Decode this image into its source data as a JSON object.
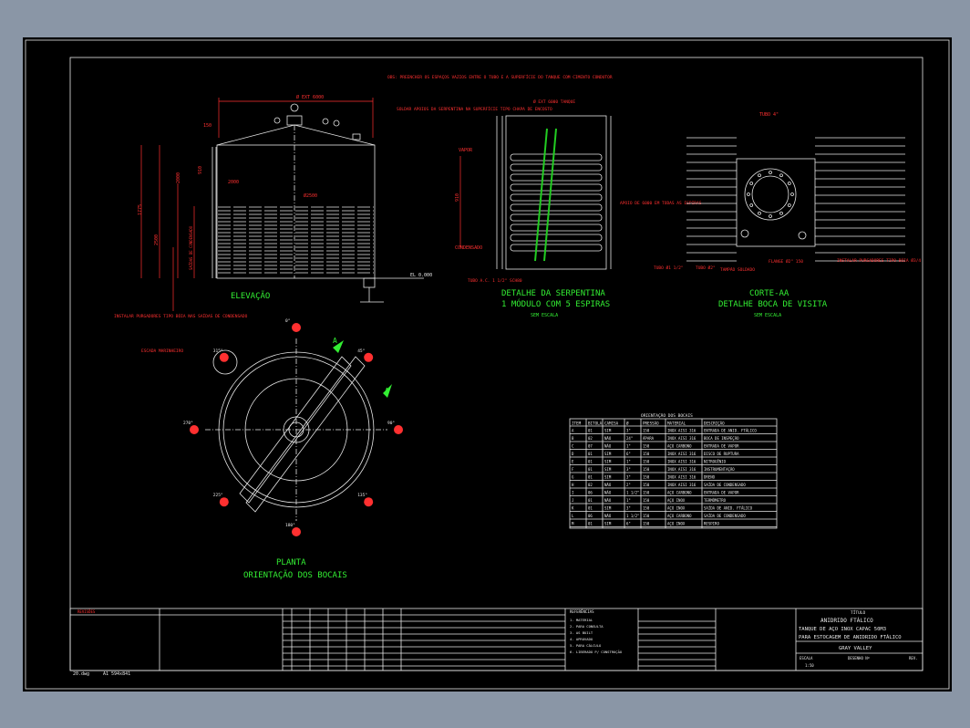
{
  "elevacao": {
    "title": "ELEVAÇÃO",
    "top_dim": "Ø EXT 6000",
    "dim_l1": "1775",
    "dim_l2": "2500",
    "dim_l3": "2000",
    "dim_l4": "910",
    "dim_l5": "150",
    "cone": "2000",
    "n_level": "Ø2500",
    "label_ins": "SAÍDAS DE CONDENSADO",
    "el": "EL 0.000",
    "note": "INSTALAR PURGADORES TIPO BÓIA NAS SAÍDAS DE CONDENSADO"
  },
  "serpentina": {
    "title": "DETALHE DA SERPENTINA",
    "subtitle": "1 MÓDULO COM 5 ESPIRAS",
    "scale": "SEM ESCALA",
    "note1": "OBS: PREENCHER OS ESPAÇOS VAZIOS ENTRE O TUBO E A SUPERFÍCIE DO TANQUE COM CIMENTO CONDUTOR",
    "note2": "SOLDAR APOIOS DA SERPENTINA NA SUPERFÍCIE TIPO CHAPA DE ENCOSTO",
    "vapor": "VAPOR",
    "condensado": "CONDENSADO",
    "tubo": "TUBO A.C. 1 1/2\" SCH80",
    "apoio": "APOIO DE 6000 EM TODAS AS ESPIRAS",
    "top": "Ø EXT 6000 TANQUE"
  },
  "corte": {
    "title1": "CORTE-AA",
    "title2": "DETALHE BOCA DE VISITA",
    "scale": "SEM ESCALA",
    "tubo_top": "TUBO 4\"",
    "tubo1": "TUBO Ø1 1/2\"",
    "tubo2": "TUBO Ø2\"",
    "tampao": "TAMPÃO SOLDADO",
    "flange": "FLANGE Ø2\" 150",
    "note": "INSTALAR PURGADORES TIPO BÓIA Ø3/4"
  },
  "planta": {
    "title1": "PLANTA",
    "title2": "ORIENTAÇÃO DOS BOCAIS",
    "escada": "ESCADA MARINHEIRO",
    "angles": [
      "0°",
      "45°",
      "90°",
      "135°",
      "180°",
      "225°",
      "270°",
      "315°"
    ]
  },
  "table": {
    "title": "ORIENTAÇÃO DOS BOCAIS",
    "headers": [
      "ITEM",
      "BITOLA",
      "CAMISA",
      "Ø",
      "PRESSÃO",
      "MATERIAL",
      "DESCRIÇÃO"
    ],
    "rows": [
      [
        "A",
        "01",
        "SIM",
        "3\"",
        "150",
        "INOX AISI 316",
        "ENTRADA DE ANID. FTÁLICO"
      ],
      [
        "B",
        "02",
        "NÃO",
        "24\"",
        "ÁPARA",
        "INOX AISI 316",
        "BOCA DE INSPEÇÃO"
      ],
      [
        "C",
        "07",
        "NÃO",
        "1\"",
        "150",
        "AÇO CARBONO",
        "ENTRADA DE VAPOR"
      ],
      [
        "D",
        "01",
        "SIM",
        "6\"",
        "150",
        "INOX AISI 316",
        "DISCO DE RUPTURA"
      ],
      [
        "E",
        "01",
        "SIM",
        "1\"",
        "150",
        "INOX AISI 316",
        "NITROGÊNIO"
      ],
      [
        "F",
        "01",
        "SIM",
        "3\"",
        "150",
        "INOX AISI 316",
        "INSTRUMENTAÇÃO"
      ],
      [
        "G",
        "01",
        "SIM",
        "3\"",
        "150",
        "INOX AISI 316",
        "DRENO"
      ],
      [
        "H",
        "02",
        "NÃO",
        "2\"",
        "150",
        "INOX AISI 316",
        "SAÍDA DE CONDENSADO"
      ],
      [
        "I",
        "06",
        "NÃO",
        "1 1/2\"",
        "150",
        "AÇO CARBONO",
        "ENTRADA DE VAPOR"
      ],
      [
        "J",
        "01",
        "NÃO",
        "1\"",
        "150",
        "AÇO INOX",
        "TERMÔMETRO"
      ],
      [
        "K",
        "01",
        "SIM",
        "3\"",
        "150",
        "AÇO INOX",
        "SAÍDA DE ANID. FTÁLICO"
      ],
      [
        "L",
        "06",
        "NÃO",
        "1 1/2\"",
        "150",
        "AÇO CARBONO",
        "SAÍDA DE CONDENSADO"
      ],
      [
        "M",
        "01",
        "SIM",
        "6\"",
        "150",
        "AÇO INOX",
        "RESPIRO"
      ]
    ]
  },
  "titleblock": {
    "title_label": "TÍTULO",
    "line1": "ANIDRIDO FTÁLICO",
    "line2": "TANQUE DE AÇO INOX CAPAC 50M3",
    "line3": "PARA ESTOCAGEM DE ANIDRIDO FTÁLICO",
    "client": "GRAY VALLEY",
    "notes_header": "REFERÊNCIAS",
    "scale_label": "ESCALA",
    "scale_val": "1:50",
    "drawing_label": "DESENHO Nº",
    "rev_label": "REV.",
    "file_label": "20.dwg",
    "sheet_size": "A1 594x841",
    "revisions_header": "REVISÕES",
    "notes_list": [
      "1. MATERIAL",
      "2. PARA CONSULTA",
      "3. AS BUILT",
      "4. APROVADO",
      "5. PARA CÁLCULO",
      "6. LIBERADO P/ CONSTRUÇÃO"
    ]
  }
}
